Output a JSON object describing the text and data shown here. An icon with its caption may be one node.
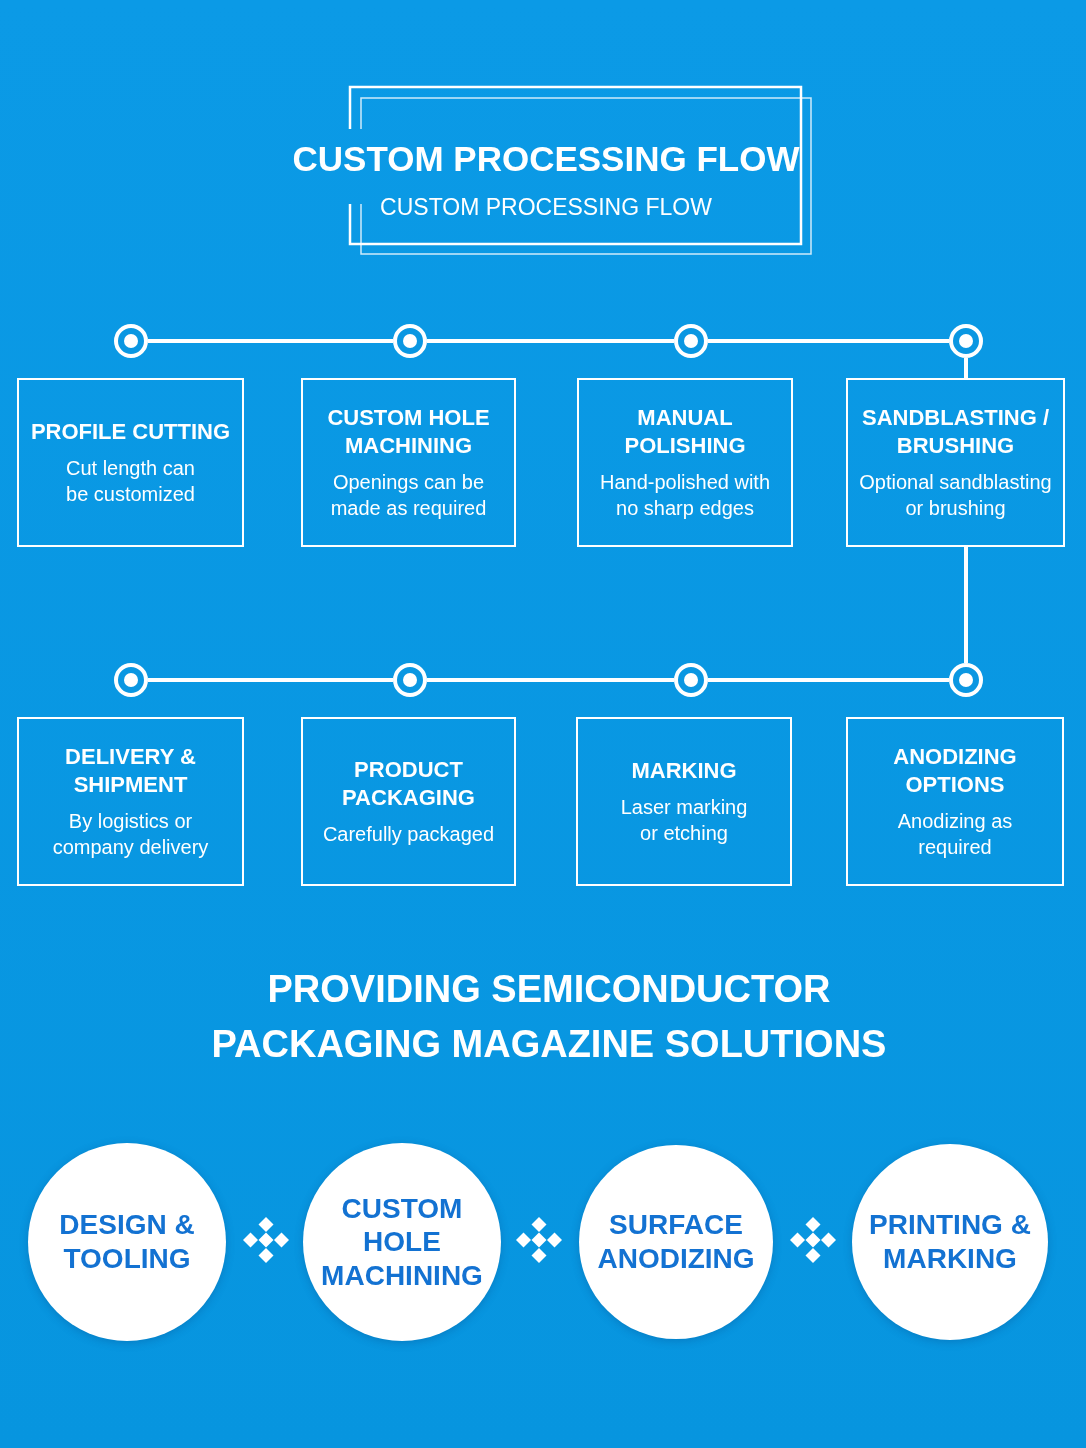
{
  "diagram": {
    "title": "CUSTOM PROCESSING FLOW",
    "nodes": [
      {
        "text": [],
        "shape": "circle"
      },
      {
        "text": [],
        "shape": "circle"
      },
      {
        "text": [],
        "shape": "circle"
      },
      {
        "text": [],
        "shape": "circle"
      },
      {
        "text": [
          "PROFILE CUTTING",
          "Cut length can be customized"
        ]
      },
      {
        "text": [
          "CUSTOM HOLE MACHINING",
          "Openings can be made as required"
        ]
      },
      {
        "text": [
          "MANUAL POLISHING",
          "Hand-polished with no sharp edges"
        ]
      },
      {
        "text": [
          "SANDBLASTING / BRUSHING",
          "Optional sandblasting or brushing"
        ]
      },
      {
        "text": [],
        "shape": "circle"
      },
      {
        "text": [],
        "shape": "circle"
      },
      {
        "text": [],
        "shape": "circle"
      },
      {
        "text": [],
        "shape": "circle"
      },
      {
        "text": [
          "DELIVERY & SHIPMENT",
          "By logistics or company delivery"
        ]
      },
      {
        "text": [
          "PRODUCT PACKAGING",
          "Carefully packaged"
        ]
      },
      {
        "text": [
          "MARKING",
          "Laser marking or etching"
        ]
      },
      {
        "text": [
          "ANODIZING OPTIONS",
          "Anodizing as required"
        ]
      },
      {
        "text": [
          "DESIGN & TOOLING"
        ]
      },
      {
        "text": [
          "CUSTOM HOLE MACHINING"
        ]
      },
      {
        "text": [
          "SURFACE ANODIZING"
        ]
      },
      {
        "text": [
          "PRINTING & MARKING"
        ]
      }
    ],
    "edges": [
      {
        "from": 0,
        "to": 1,
        "arrow": "none"
      },
      {
        "from": 1,
        "to": 2,
        "arrow": "none"
      },
      {
        "from": 2,
        "to": 3,
        "arrow": "none"
      },
      {
        "from": 3,
        "to": 7,
        "arrow": "none"
      },
      {
        "from": 7,
        "to": 11,
        "arrow": "none"
      },
      {
        "from": 11,
        "to": 10,
        "arrow": "none"
      },
      {
        "from": 10,
        "to": 9,
        "arrow": "none"
      },
      {
        "from": 9,
        "to": 8,
        "arrow": "none"
      }
    ],
    "labels": [
      "CUSTOM PROCESSING FLOW",
      "PROVIDING SEMICONDUCTOR PACKAGING MAGAZINE SOLUTIONS"
    ]
  }
}
